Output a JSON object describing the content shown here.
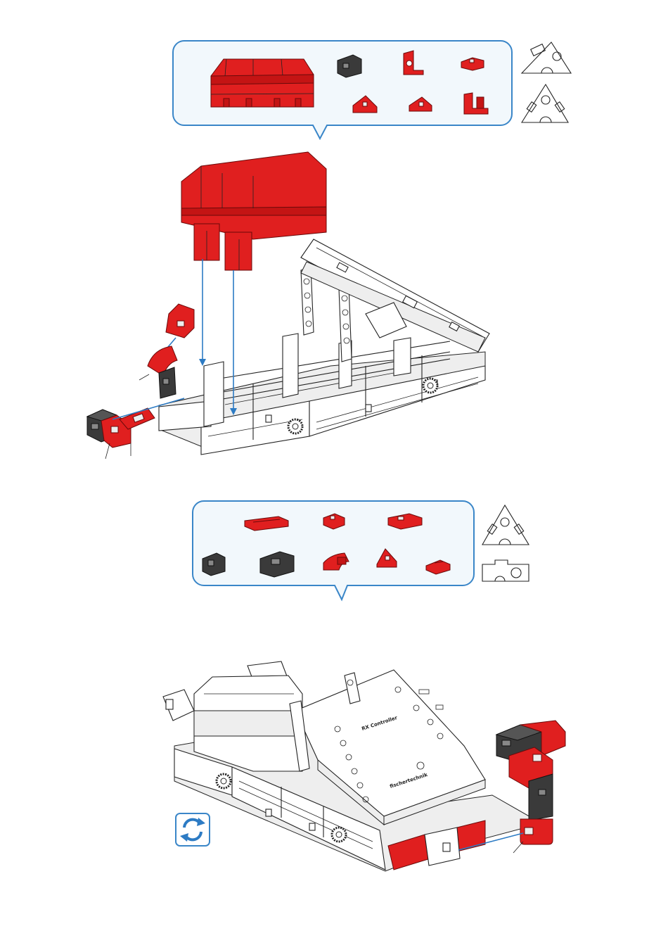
{
  "step_1": {
    "callout_parts": [
      {
        "name": "battery-box",
        "color": "red"
      },
      {
        "name": "building-block-15",
        "color": "black"
      },
      {
        "name": "angle-bracket-holder",
        "color": "red"
      },
      {
        "name": "building-plate-15x15",
        "color": "red"
      },
      {
        "name": "angle-block-30",
        "color": "red"
      },
      {
        "name": "angle-block-15",
        "color": "red"
      },
      {
        "name": "angle-bracket",
        "color": "red"
      }
    ],
    "icons": [
      "triangle-puzzle-icon",
      "triangle-puzzle-icon"
    ]
  },
  "step_2": {
    "callout_parts": [
      {
        "name": "building-plate-15x60",
        "color": "red"
      },
      {
        "name": "building-plate-15x15",
        "color": "red"
      },
      {
        "name": "building-plate-15x30",
        "color": "red"
      },
      {
        "name": "building-block-15",
        "color": "black"
      },
      {
        "name": "building-block-30",
        "color": "black"
      },
      {
        "name": "angle-block-60",
        "color": "red"
      },
      {
        "name": "angle-block-30",
        "color": "red"
      },
      {
        "name": "flat-plate-15x30",
        "color": "red"
      }
    ],
    "icons": [
      "triangle-puzzle-icon",
      "rectangle-puzzle-icon"
    ],
    "controller_label": "RX Controller",
    "brand_label": "fischertechnik",
    "rotate_icon": "rotate-model-icon"
  },
  "colors": {
    "accent": "#3a86c8",
    "callout_bg": "#f2f8fc",
    "part_red": "#e01f1f",
    "part_black": "#3a3a3a"
  }
}
